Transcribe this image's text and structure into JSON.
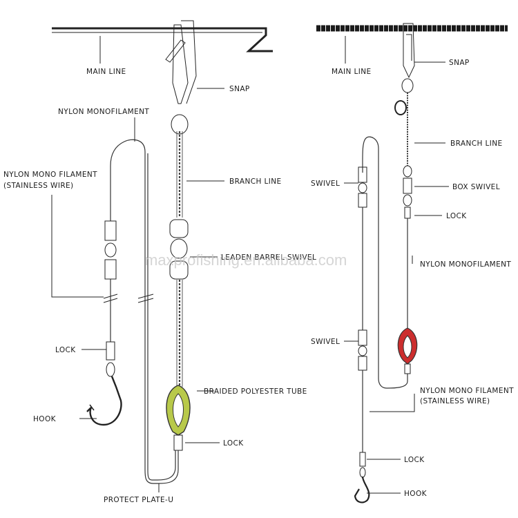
{
  "watermark": "maxprofishing.en.alibaba.com",
  "left_diagram": {
    "main_line": "MAIN LINE",
    "snap": "SNAP",
    "nylon_monofilament": "NYLON MONOFILAMENT",
    "nylon_mono_filament_line1": "NYLON MONO FILAMENT",
    "nylon_mono_filament_line2": "(STAINLESS WIRE)",
    "branch_line": "BRANCH LINE",
    "leaden_barrel_swivel": "LEADEN BARREL SWIVEL",
    "lock_left": "LOCK",
    "braided_polyester_tube": "BRAIDED POLYESTER TUBE",
    "hook": "HOOK",
    "lock_right": "LOCK",
    "protect_plate": "PROTECT PLATE-U"
  },
  "right_diagram": {
    "main_line": "MAIN LINE",
    "snap": "SNAP",
    "branch_line": "BRANCH LINE",
    "swivel_top": "SWIVEL",
    "box_swivel": "BOX SWIVEL",
    "lock_top": "LOCK",
    "nylon_monofilament": "NYLON MONOFILAMENT",
    "swivel_bottom": "SWIVEL",
    "nylon_mono_filament_line1": "NYLON MONO FILAMENT",
    "nylon_mono_filament_line2": "(STAINLESS WIRE)",
    "lock_bottom": "LOCK",
    "hook": "HOOK"
  },
  "colors": {
    "line": "#222222",
    "braided_tube_fill": "#b8c94a",
    "braided_tube_fill_right": "#cc2e2e",
    "watermark": "#c8c8c8"
  }
}
